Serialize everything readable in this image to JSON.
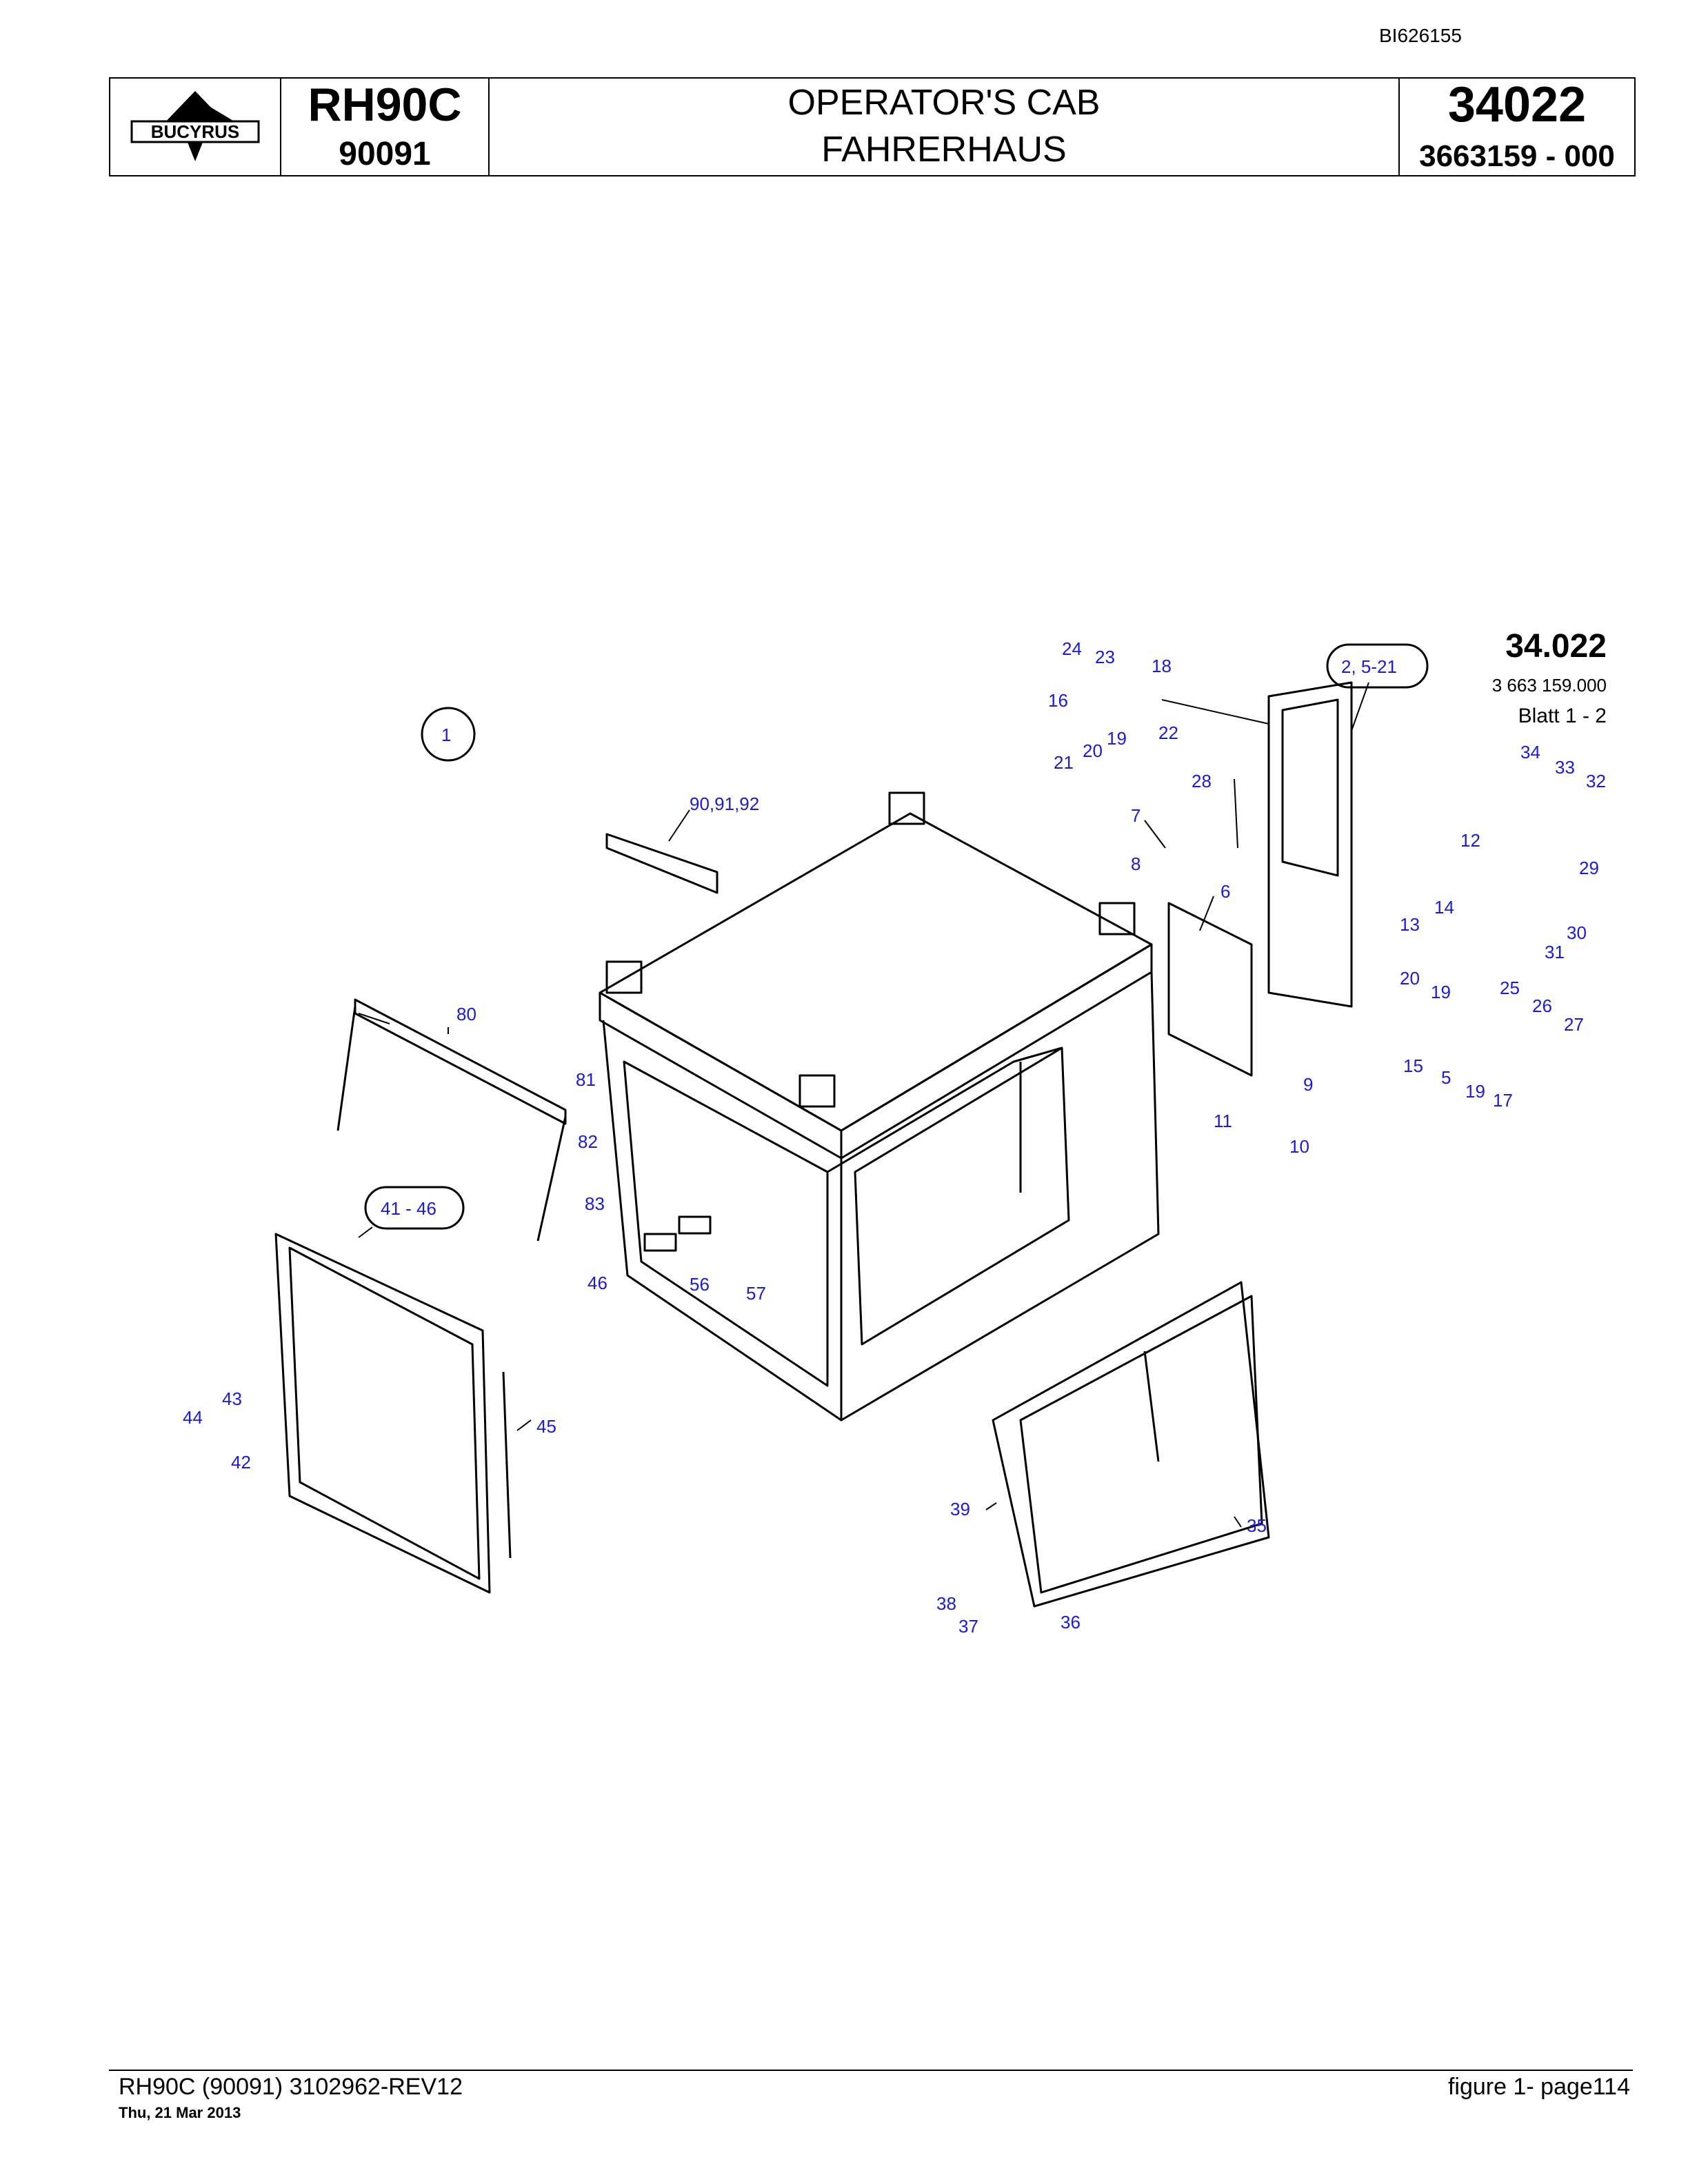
{
  "header": {
    "doc_id": "BI626155",
    "brand": "BUCYRUS",
    "model": "RH90C",
    "model_code": "90091",
    "title_en": "OPERATOR'S CAB",
    "title_de": "FAHRERHAUS",
    "group_number": "34022",
    "part_number": "3663159 - 000"
  },
  "sheet": {
    "number": "34.022",
    "part_number": "3 663 159.000",
    "blatt": "Blatt 1 - 2"
  },
  "callouts": {
    "c1": "1",
    "c2_21": "2, 5-21",
    "c41_46": "41 - 46",
    "c90": "90,91,92",
    "n24": "24",
    "n23": "23",
    "n18": "18",
    "n16": "16",
    "n22": "22",
    "n19a": "19",
    "n20a": "20",
    "n21": "21",
    "n28": "28",
    "n7": "7",
    "n8": "8",
    "n6": "6",
    "n12": "12",
    "n14": "14",
    "n13": "13",
    "n34": "34",
    "n33": "33",
    "n32": "32",
    "n29": "29",
    "n30": "30",
    "n31": "31",
    "n20b": "20",
    "n19b": "19",
    "n25": "25",
    "n26": "26",
    "n27": "27",
    "n15": "15",
    "n5": "5",
    "n19c": "19",
    "n17": "17",
    "n9": "9",
    "n11": "11",
    "n10": "10",
    "n80": "80",
    "n81": "81",
    "n82": "82",
    "n83": "83",
    "n46": "46",
    "n56": "56",
    "n57": "57",
    "n43": "43",
    "n44": "44",
    "n42": "42",
    "n45": "45",
    "n39": "39",
    "n35": "35",
    "n38": "38",
    "n37": "37",
    "n36": "36"
  },
  "footer": {
    "left": "RH90C (90091) 3102962-REV12",
    "date": "Thu, 21 Mar 2013",
    "right": "figure  1- page114"
  },
  "colors": {
    "callout": "#1a1ad8",
    "line": "#000000"
  }
}
